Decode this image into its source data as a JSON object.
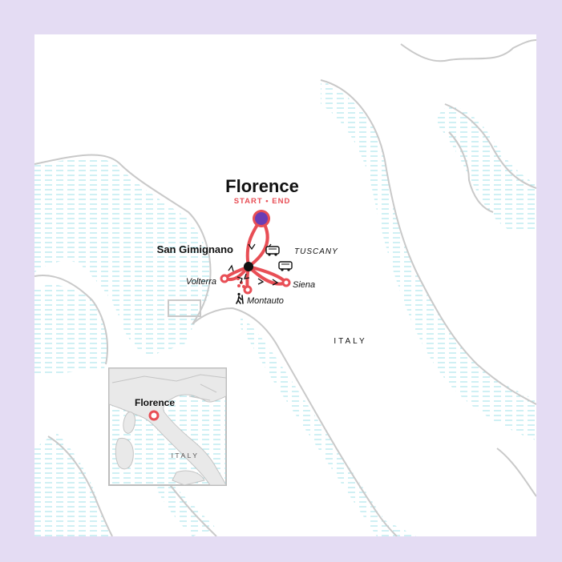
{
  "map": {
    "destination_title": "Florence",
    "start_end_label": "START • END",
    "region_label": "TUSCANY",
    "country_label": "ITALY",
    "stops": [
      {
        "name": "San Gimignano"
      },
      {
        "name": "Volterra"
      },
      {
        "name": "Siena"
      },
      {
        "name": "Montauto"
      }
    ],
    "inset": {
      "city_label": "Florence",
      "country_label": "ITALY"
    },
    "colors": {
      "frame": "#e4dcf3",
      "route": "#e84e55",
      "start_marker": "#6a3db5",
      "stop_dot": "#111111",
      "land": "#ffffff",
      "coast": "#c9c9c9",
      "water_lines": "#9fe0e8",
      "inset_land": "#e9e9e9"
    },
    "icons": [
      "bus-icon",
      "bus-icon",
      "hiker-icon",
      "direction-arrow-icon"
    ]
  }
}
